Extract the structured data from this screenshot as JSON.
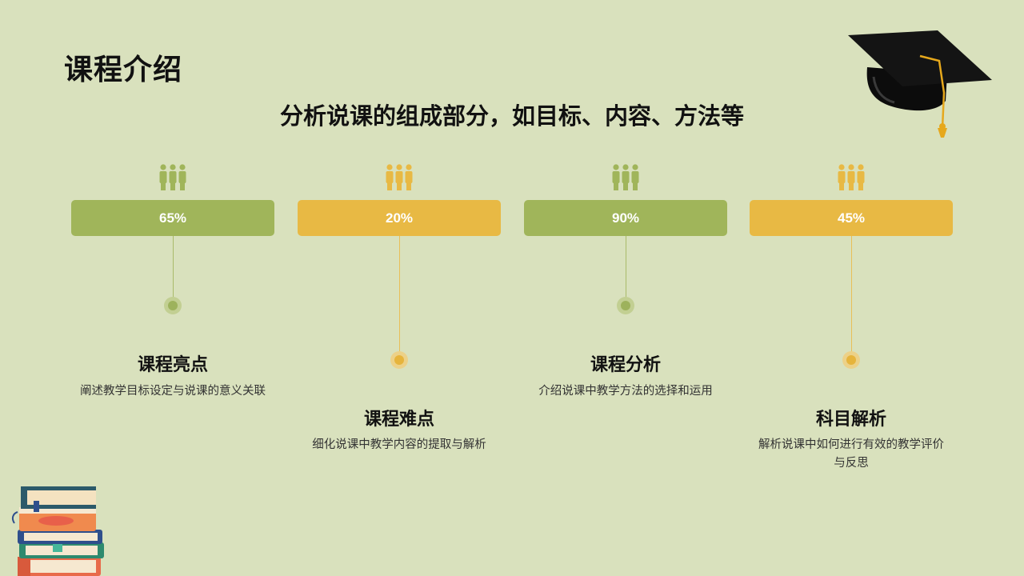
{
  "slide": {
    "title": "课程介绍",
    "subtitle": "分析说课的组成部分，如目标、内容、方法等"
  },
  "items": [
    {
      "percent": "65%",
      "title": "课程亮点",
      "desc": "阐述教学目标设定与说课的意义关联",
      "color": "#a0b55a"
    },
    {
      "percent": "20%",
      "title": "课程难点",
      "desc": "细化说课中教学内容的提取与解析",
      "color": "#e8b944"
    },
    {
      "percent": "90%",
      "title": "课程分析",
      "desc": "介绍说课中教学方法的选择和运用",
      "color": "#a0b55a"
    },
    {
      "percent": "45%",
      "title": "科目解析",
      "desc": "解析说课中如何进行有效的教学评价与反思",
      "color": "#e8b944"
    }
  ],
  "icons": {
    "people": "people-icon",
    "cap": "graduation-cap-icon",
    "books": "books-icon"
  }
}
